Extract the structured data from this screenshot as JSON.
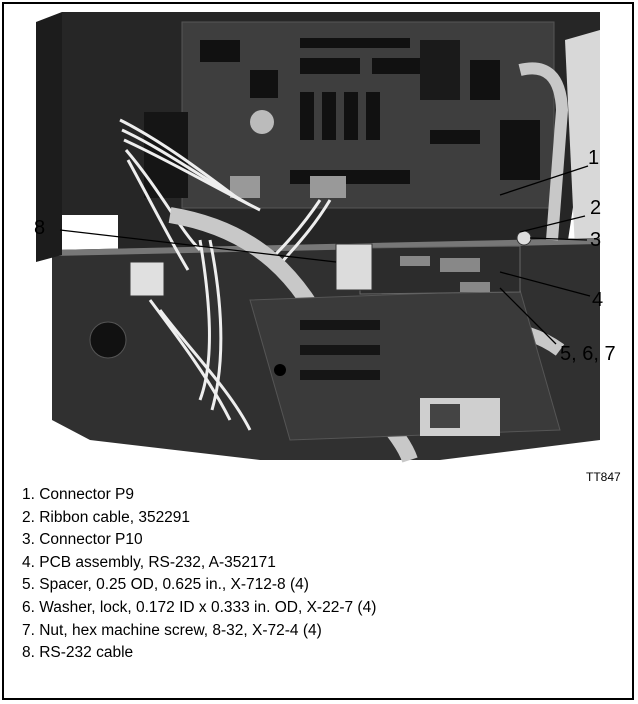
{
  "figure": {
    "id_label": "TT847",
    "callouts": [
      "1",
      "2",
      "3",
      "4",
      "5, 6, 7",
      "8"
    ]
  },
  "legend": [
    "1. Connector P9",
    "2. Ribbon cable, 352291",
    "3. Connector P10",
    "4. PCB assembly, RS-232, A-352171",
    "5. Spacer, 0.25 OD, 0.625 in., X-712-8 (4)",
    "6. Washer, lock, 0.172 ID x 0.333 in. OD, X-22-7 (4)",
    "7. Nut, hex machine screw, 8-32, X-72-4 (4)",
    "8. RS-232 cable"
  ],
  "colors": {
    "enclosure": "#2a2a2a",
    "pcb": "#3a3a3a",
    "ribbon": "#c8c8c8",
    "wire": "#eeeeee"
  }
}
